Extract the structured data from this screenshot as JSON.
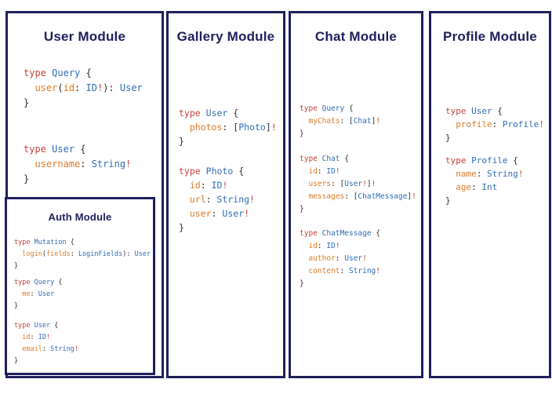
{
  "colors": {
    "border_navy": "#20205c",
    "keyword_red": "#c9413d",
    "type_blue": "#2f6cb6",
    "field_orange": "#dd7a27",
    "punctuation_dark": "#2d2d2d",
    "background": "#ffffff"
  },
  "modules": [
    {
      "key": "user",
      "title": "User Module",
      "blocks": [
        [
          [
            [
              "type",
              "k"
            ],
            [
              " ",
              "p"
            ],
            [
              "Query",
              "t"
            ],
            [
              " {",
              "p"
            ]
          ],
          [
            [
              "  ",
              "p"
            ],
            [
              "user",
              "f"
            ],
            [
              "(",
              "p"
            ],
            [
              "id",
              "f"
            ],
            [
              ": ",
              "p"
            ],
            [
              "ID",
              "t"
            ],
            [
              "!",
              "b"
            ],
            [
              "): ",
              "p"
            ],
            [
              "User",
              "t"
            ]
          ],
          [
            [
              "}",
              "p"
            ]
          ]
        ],
        [
          [
            [
              "type",
              "k"
            ],
            [
              " ",
              "p"
            ],
            [
              "User",
              "t"
            ],
            [
              " {",
              "p"
            ]
          ],
          [
            [
              "  ",
              "p"
            ],
            [
              "username",
              "f"
            ],
            [
              ": ",
              "p"
            ],
            [
              "String",
              "t"
            ],
            [
              "!",
              "b"
            ]
          ],
          [
            [
              "}",
              "p"
            ]
          ]
        ]
      ]
    },
    {
      "key": "auth",
      "title": "Auth Module",
      "blocks": [
        [
          [
            [
              "type",
              "k"
            ],
            [
              " ",
              "p"
            ],
            [
              "Mutation",
              "t"
            ],
            [
              " {",
              "p"
            ]
          ],
          [
            [
              "  ",
              "p"
            ],
            [
              "login",
              "f"
            ],
            [
              "(",
              "p"
            ],
            [
              "fields",
              "f"
            ],
            [
              ": ",
              "p"
            ],
            [
              "LoginFields",
              "t"
            ],
            [
              "): ",
              "p"
            ],
            [
              "User",
              "t"
            ]
          ],
          [
            [
              "}",
              "p"
            ]
          ]
        ],
        [
          [
            [
              "type",
              "k"
            ],
            [
              " ",
              "p"
            ],
            [
              "Query",
              "t"
            ],
            [
              " {",
              "p"
            ]
          ],
          [
            [
              "  ",
              "p"
            ],
            [
              "me",
              "f"
            ],
            [
              ": ",
              "p"
            ],
            [
              "User",
              "t"
            ]
          ],
          [
            [
              "}",
              "p"
            ]
          ]
        ],
        [
          [
            [
              "type",
              "k"
            ],
            [
              " ",
              "p"
            ],
            [
              "User",
              "t"
            ],
            [
              " {",
              "p"
            ]
          ],
          [
            [
              "  ",
              "p"
            ],
            [
              "id",
              "f"
            ],
            [
              ": ",
              "p"
            ],
            [
              "ID",
              "t"
            ],
            [
              "!",
              "b"
            ]
          ],
          [
            [
              "  ",
              "p"
            ],
            [
              "email",
              "f"
            ],
            [
              ": ",
              "p"
            ],
            [
              "String",
              "t"
            ],
            [
              "!",
              "b"
            ]
          ],
          [
            [
              "}",
              "p"
            ]
          ]
        ]
      ]
    },
    {
      "key": "gallery",
      "title": "Gallery Module",
      "blocks": [
        [
          [
            [
              "type",
              "k"
            ],
            [
              " ",
              "p"
            ],
            [
              "User",
              "t"
            ],
            [
              " {",
              "p"
            ]
          ],
          [
            [
              "  ",
              "p"
            ],
            [
              "photos",
              "f"
            ],
            [
              ": ",
              "p"
            ],
            [
              "[",
              "p"
            ],
            [
              "Photo",
              "t"
            ],
            [
              "]",
              "p"
            ],
            [
              "!",
              "b"
            ]
          ],
          [
            [
              "}",
              "p"
            ]
          ]
        ],
        [
          [
            [
              "type",
              "k"
            ],
            [
              " ",
              "p"
            ],
            [
              "Photo",
              "t"
            ],
            [
              " {",
              "p"
            ]
          ],
          [
            [
              "  ",
              "p"
            ],
            [
              "id",
              "f"
            ],
            [
              ": ",
              "p"
            ],
            [
              "ID",
              "t"
            ],
            [
              "!",
              "b"
            ]
          ],
          [
            [
              "  ",
              "p"
            ],
            [
              "url",
              "f"
            ],
            [
              ": ",
              "p"
            ],
            [
              "String",
              "t"
            ],
            [
              "!",
              "b"
            ]
          ],
          [
            [
              "  ",
              "p"
            ],
            [
              "user",
              "f"
            ],
            [
              ": ",
              "p"
            ],
            [
              "User",
              "t"
            ],
            [
              "!",
              "b"
            ]
          ],
          [
            [
              "}",
              "p"
            ]
          ]
        ]
      ]
    },
    {
      "key": "chat",
      "title": "Chat Module",
      "blocks": [
        [
          [
            [
              "type",
              "k"
            ],
            [
              " ",
              "p"
            ],
            [
              "Query",
              "t"
            ],
            [
              " {",
              "p"
            ]
          ],
          [
            [
              "  ",
              "p"
            ],
            [
              "myChats",
              "f"
            ],
            [
              ": ",
              "p"
            ],
            [
              "[",
              "p"
            ],
            [
              "Chat",
              "t"
            ],
            [
              "]",
              "p"
            ],
            [
              "!",
              "b"
            ]
          ],
          [
            [
              "}",
              "p"
            ]
          ]
        ],
        [
          [
            [
              "type",
              "k"
            ],
            [
              " ",
              "p"
            ],
            [
              "Chat",
              "t"
            ],
            [
              " {",
              "p"
            ]
          ],
          [
            [
              "  ",
              "p"
            ],
            [
              "id",
              "f"
            ],
            [
              ": ",
              "p"
            ],
            [
              "ID",
              "t"
            ],
            [
              "!",
              "b"
            ]
          ],
          [
            [
              "  ",
              "p"
            ],
            [
              "users",
              "f"
            ],
            [
              ": ",
              "p"
            ],
            [
              "[",
              "p"
            ],
            [
              "User",
              "t"
            ],
            [
              "!",
              "b"
            ],
            [
              "]",
              "p"
            ],
            [
              "!",
              "b"
            ]
          ],
          [
            [
              "  ",
              "p"
            ],
            [
              "messages",
              "f"
            ],
            [
              ": ",
              "p"
            ],
            [
              "[",
              "p"
            ],
            [
              "ChatMessage",
              "t"
            ],
            [
              "]",
              "p"
            ],
            [
              "!",
              "b"
            ]
          ],
          [
            [
              "}",
              "p"
            ]
          ]
        ],
        [
          [
            [
              "type",
              "k"
            ],
            [
              " ",
              "p"
            ],
            [
              "ChatMessage",
              "t"
            ],
            [
              " {",
              "p"
            ]
          ],
          [
            [
              "  ",
              "p"
            ],
            [
              "id",
              "f"
            ],
            [
              ": ",
              "p"
            ],
            [
              "ID",
              "t"
            ],
            [
              "!",
              "b"
            ]
          ],
          [
            [
              "  ",
              "p"
            ],
            [
              "author",
              "f"
            ],
            [
              ": ",
              "p"
            ],
            [
              "User",
              "t"
            ],
            [
              "!",
              "b"
            ]
          ],
          [
            [
              "  ",
              "p"
            ],
            [
              "content",
              "f"
            ],
            [
              ": ",
              "p"
            ],
            [
              "String",
              "t"
            ],
            [
              "!",
              "b"
            ]
          ],
          [
            [
              "}",
              "p"
            ]
          ]
        ]
      ]
    },
    {
      "key": "profile",
      "title": "Profile Module",
      "blocks": [
        [
          [
            [
              "type",
              "k"
            ],
            [
              " ",
              "p"
            ],
            [
              "User",
              "t"
            ],
            [
              " {",
              "p"
            ]
          ],
          [
            [
              "  ",
              "p"
            ],
            [
              "profile",
              "f"
            ],
            [
              ": ",
              "p"
            ],
            [
              "Profile",
              "t"
            ],
            [
              "!",
              "b"
            ]
          ],
          [
            [
              "}",
              "p"
            ]
          ]
        ],
        [
          [
            [
              "type",
              "k"
            ],
            [
              " ",
              "p"
            ],
            [
              "Profile",
              "t"
            ],
            [
              " {",
              "p"
            ]
          ],
          [
            [
              "  ",
              "p"
            ],
            [
              "name",
              "f"
            ],
            [
              ": ",
              "p"
            ],
            [
              "String",
              "t"
            ],
            [
              "!",
              "b"
            ]
          ],
          [
            [
              "  ",
              "p"
            ],
            [
              "age",
              "f"
            ],
            [
              ": ",
              "p"
            ],
            [
              "Int",
              "t"
            ]
          ],
          [
            [
              "}",
              "p"
            ]
          ]
        ]
      ]
    }
  ]
}
